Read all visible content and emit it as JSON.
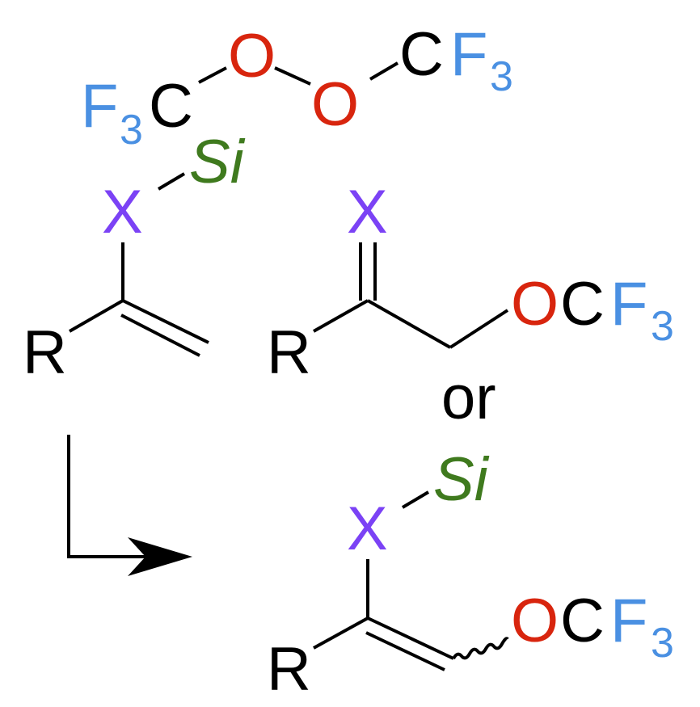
{
  "colors": {
    "black": "#000000",
    "oxygen": "#d8250e",
    "fluorine": "#4a90e2",
    "silicon": "#3f7a1e",
    "x_group": "#7b42f5"
  },
  "reagent": {
    "left_F": "F",
    "left_sub": "3",
    "left_C": "C",
    "O1": "O",
    "O2": "O",
    "right_C": "C",
    "right_F": "F",
    "right_sub": "3"
  },
  "sm1": {
    "si": "Si",
    "x": "X",
    "r": "R"
  },
  "sm2": {
    "x": "X",
    "r": "R",
    "o": "O",
    "c": "C",
    "f": "F",
    "sub": "3"
  },
  "or_text": "or",
  "product": {
    "si": "Si",
    "x": "X",
    "r": "R",
    "o": "O",
    "c": "C",
    "f": "F",
    "sub": "3"
  }
}
